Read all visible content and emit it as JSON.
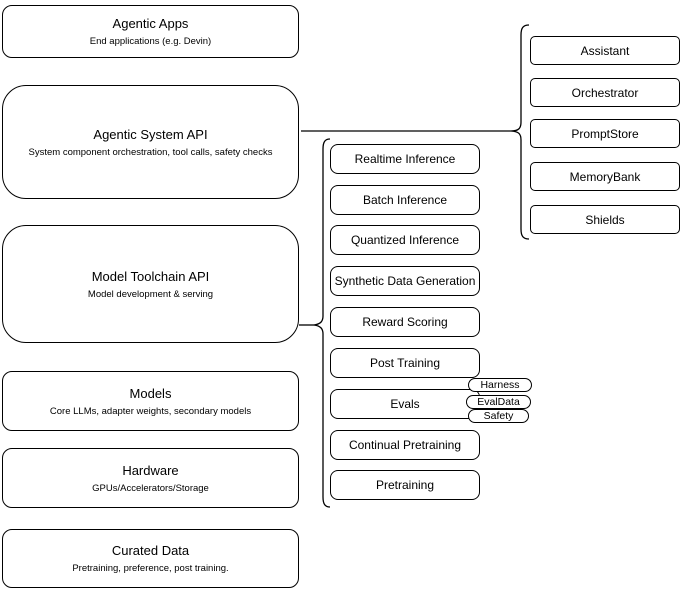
{
  "layers": [
    {
      "title": "Agentic Apps",
      "subtitle": "End applications (e.g. Devin)"
    },
    {
      "title": "Agentic System API",
      "subtitle": "System component orchestration, tool calls, safety checks"
    },
    {
      "title": "Model Toolchain API",
      "subtitle": "Model development & serving"
    },
    {
      "title": "Models",
      "subtitle": "Core LLMs, adapter weights, secondary models"
    },
    {
      "title": "Hardware",
      "subtitle": "GPUs/Accelerators/Storage"
    },
    {
      "title": "Curated Data",
      "subtitle": "Pretraining, preference, post training."
    }
  ],
  "toolchain_items": [
    "Realtime Inference",
    "Batch Inference",
    "Quantized Inference",
    "Synthetic Data Generation",
    "Reward Scoring",
    "Post Training",
    "Evals",
    "Continual Pretraining",
    "Pretraining"
  ],
  "evals_tags": [
    "Harness",
    "EvalData",
    "Safety"
  ],
  "system_components": [
    "Assistant",
    "Orchestrator",
    "PromptStore",
    "MemoryBank",
    "Shields"
  ],
  "colors": {
    "stroke": "#000000",
    "fill": "#ffffff",
    "background": "#ffffff"
  }
}
